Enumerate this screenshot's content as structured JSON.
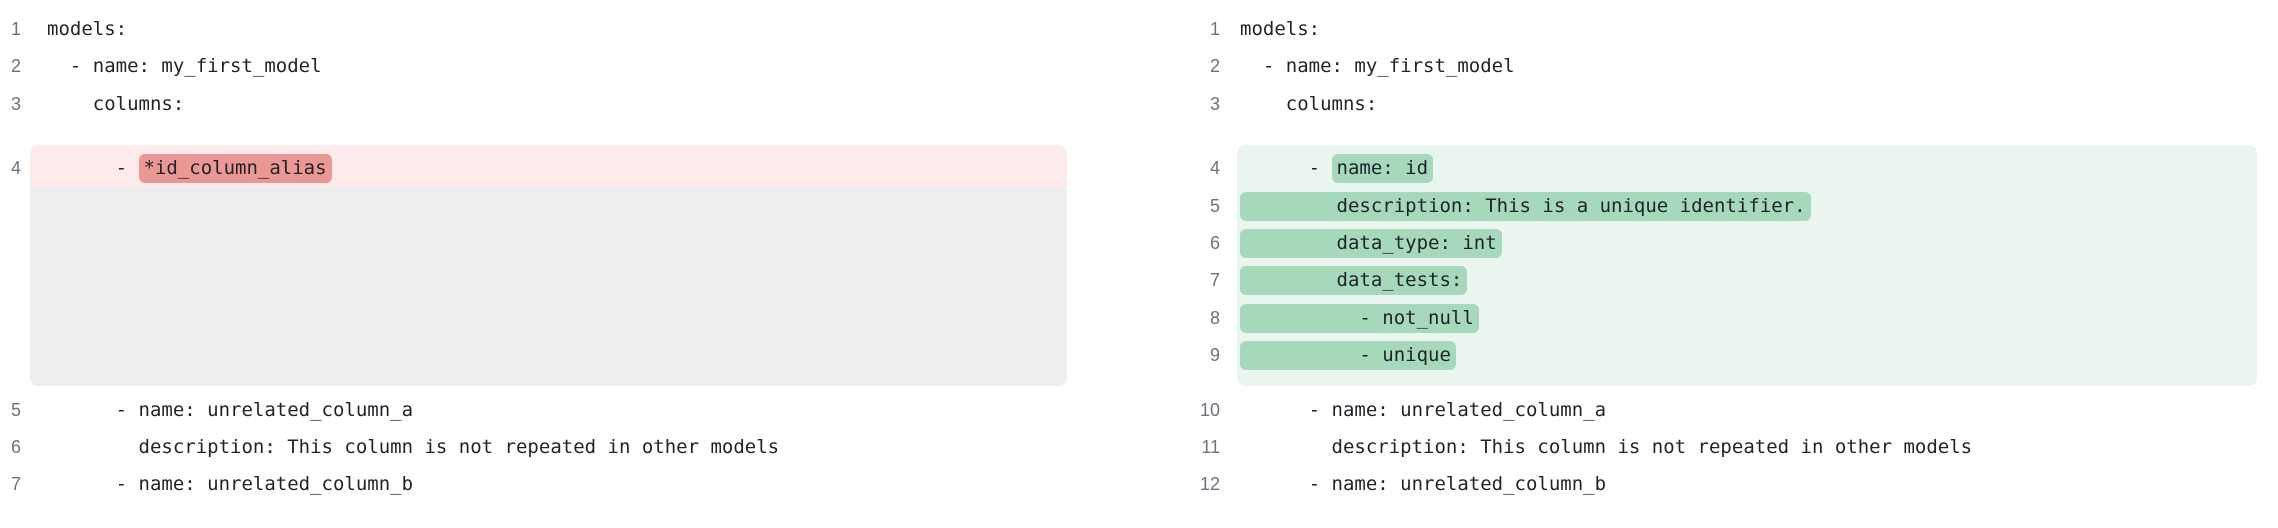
{
  "colors": {
    "page_bg": "#ffffff",
    "code_text": "#1f2329",
    "line_number": "#6b7280",
    "removed_line_bg": "#fcebea",
    "removed_token_bg": "#eb9894",
    "added_line_bg": "#ebf5ef",
    "added_token_bg": "#a6d9bb",
    "collapsed_region_bg": "#eceef0"
  },
  "panels": {
    "before": {
      "lines": [
        {
          "num": "1",
          "text": "models:"
        },
        {
          "num": "2",
          "text": "  - name: my_first_model"
        },
        {
          "num": "3",
          "text": "    columns:"
        },
        {
          "num": "4",
          "pre": "      - ",
          "removed": "*id_column_alias"
        },
        {
          "num": "5",
          "text": "      - name: unrelated_column_a"
        },
        {
          "num": "6",
          "text": "        description: This column is not repeated in other models"
        },
        {
          "num": "7",
          "text": "      - name: unrelated_column_b"
        }
      ]
    },
    "after": {
      "lines": [
        {
          "num": "1",
          "text": "models:"
        },
        {
          "num": "2",
          "text": "  - name: my_first_model"
        },
        {
          "num": "3",
          "text": "    columns:"
        },
        {
          "num": "4",
          "pre": "      - ",
          "added": "name: id"
        },
        {
          "num": "5",
          "added": "        description: This is a unique identifier."
        },
        {
          "num": "6",
          "added": "        data_type: int"
        },
        {
          "num": "7",
          "added": "        data_tests:"
        },
        {
          "num": "8",
          "added": "          - not_null"
        },
        {
          "num": "9",
          "added": "          - unique"
        },
        {
          "num": "10",
          "text": "      - name: unrelated_column_a"
        },
        {
          "num": "11",
          "text": "        description: This column is not repeated in other models"
        },
        {
          "num": "12",
          "text": "      - name: unrelated_column_b"
        }
      ]
    }
  }
}
